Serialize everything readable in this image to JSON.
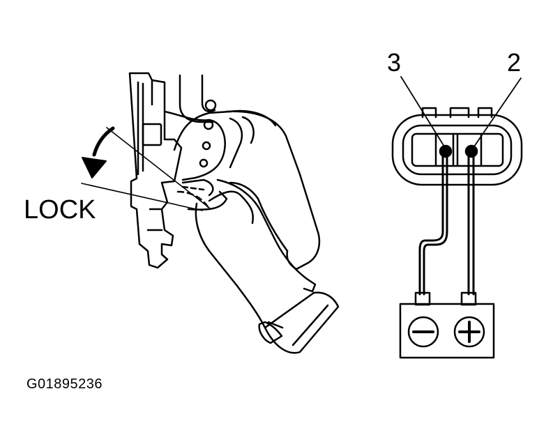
{
  "labels": {
    "lock": "LOCK",
    "pin_left": "3",
    "pin_right": "2",
    "figure_code": "G01895236"
  },
  "colors": {
    "ink": "#000000",
    "paper": "#ffffff",
    "fill_gray": "#d9d9d9"
  },
  "icons": {
    "battery_negative": "minus-sign",
    "battery_positive": "plus-sign",
    "lock_arrow": "curved-arrow-down-left"
  }
}
